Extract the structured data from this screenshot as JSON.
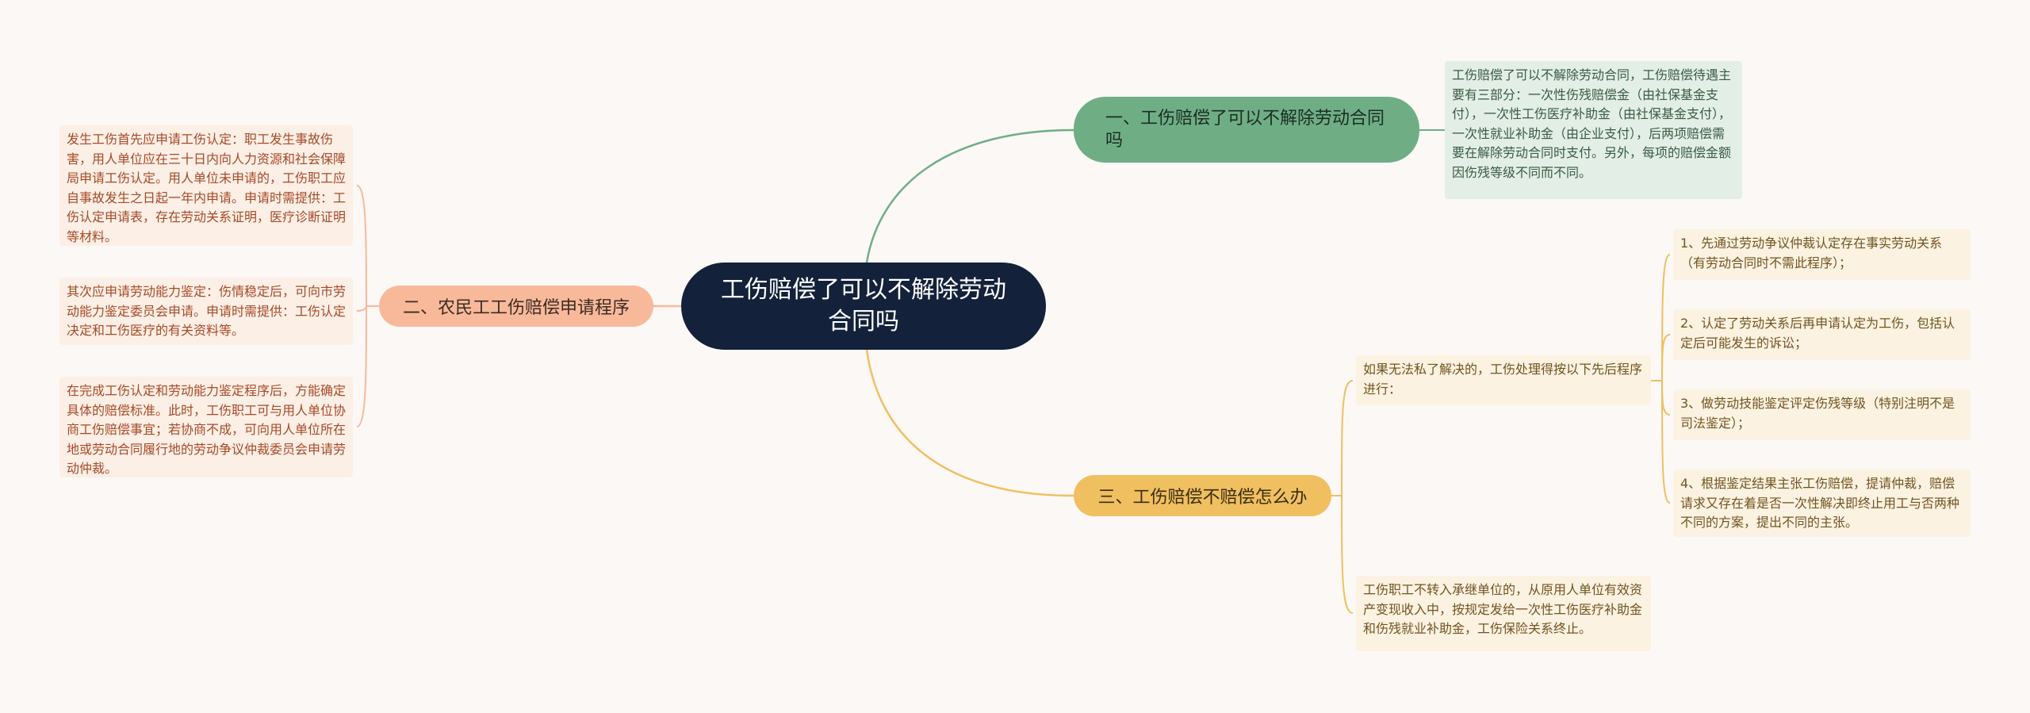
{
  "colors": {
    "background": "#fcf8f6",
    "central": "#13213a",
    "branch1": "#6fae85",
    "branch2": "#f8b99a",
    "branch3": "#f0bf5f",
    "leaf_green": "#e3efe6",
    "leaf_orange": "#fcefe6",
    "leaf_yellow": "#fcf2e1"
  },
  "central": {
    "title": "工伤赔偿了可以不解除劳动合同吗"
  },
  "branch1": {
    "label": "一、工伤赔偿了可以不解除劳动合同吗",
    "detail": "工伤赔偿了可以不解除劳动合同，工伤赔偿待遇主要有三部分：一次性伤残赔偿金（由社保基金支付），一次性工伤医疗补助金（由社保基金支付），一次性就业补助金（由企业支付），后两项赔偿需要在解除劳动合同时支付。另外，每项的赔偿金额因伤残等级不同而不同。"
  },
  "branch2": {
    "label": "二、农民工工伤赔偿申请程序",
    "items": [
      "发生工伤首先应申请工伤认定：职工发生事故伤害，用人单位应在三十日内向人力资源和社会保障局申请工伤认定。用人单位未申请的，工伤职工应自事故发生之日起一年内申请。申请时需提供：工伤认定申请表，存在劳动关系证明，医疗诊断证明等材料。",
      "其次应申请劳动能力鉴定：伤情稳定后，可向市劳动能力鉴定委员会申请。申请时需提供：工伤认定决定和工伤医疗的有关资料等。",
      "在完成工伤认定和劳动能力鉴定程序后，方能确定具体的赔偿标准。此时，工伤职工可与用人单位协商工伤赔偿事宜；若协商不成，可向用人单位所在地或劳动合同履行地的劳动争议仲裁委员会申请劳动仲裁。"
    ]
  },
  "branch3": {
    "label": "三、工伤赔偿不赔偿怎么办",
    "sub1": "如果无法私了解决的，工伤处理得按以下先后程序进行：",
    "sub2": "工伤职工不转入承继单位的，从原用人单位有效资产变现收入中，按规定发给一次性工伤医疗补助金和伤残就业补助金，工伤保险关系终止。",
    "steps": [
      "1、先通过劳动争议仲裁认定存在事实劳动关系（有劳动合同时不需此程序）；",
      "2、认定了劳动关系后再申请认定为工伤，包括认定后可能发生的诉讼；",
      "3、做劳动技能鉴定评定伤残等级（特别注明不是司法鉴定）；",
      "4、根据鉴定结果主张工伤赔偿，提请仲裁，赔偿请求又存在着是否一次性解决即终止用工与否两种不同的方案，提出不同的主张。"
    ]
  }
}
